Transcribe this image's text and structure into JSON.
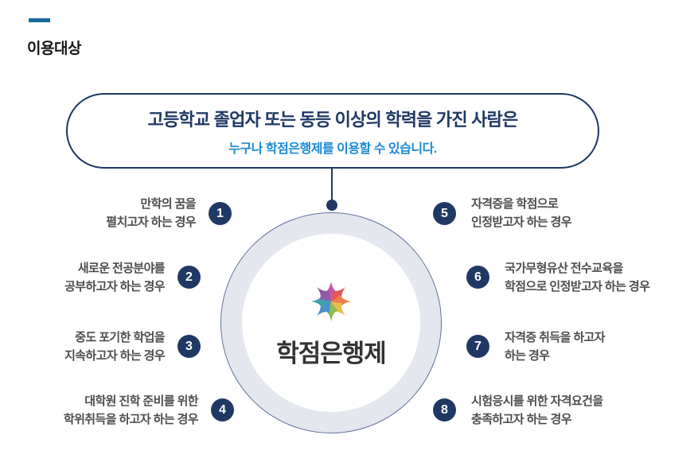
{
  "page": {
    "heading": "이용대상"
  },
  "banner": {
    "title": "고등학교 졸업자 또는 동등 이상의 학력을 가진 사람은",
    "subtitle": "누구나 학점은행제를 이용할 수 있습니다."
  },
  "center": {
    "logo_text": "학점은행제",
    "flower_icon": "eight-petal-flower",
    "flower_colors": [
      "#c653a6",
      "#e25659",
      "#ec7f4b",
      "#eabf4e",
      "#8fbc56",
      "#4a90cc",
      "#41a0b0",
      "#8e5ca6"
    ]
  },
  "items": [
    {
      "number": "1",
      "lines": [
        "만학의 꿈을",
        "펼치고자 하는 경우"
      ]
    },
    {
      "number": "2",
      "lines": [
        "새로운 전공분야를",
        "공부하고자 하는 경우"
      ]
    },
    {
      "number": "3",
      "lines": [
        "중도 포기한 학업을",
        "지속하고자 하는 경우"
      ]
    },
    {
      "number": "4",
      "lines": [
        "대학원 진학 준비를 위한",
        "학위취득을 하고자 하는 경우"
      ]
    },
    {
      "number": "5",
      "lines": [
        "자격증을 학점으로",
        "인정받고자 하는 경우"
      ]
    },
    {
      "number": "6",
      "lines": [
        "국가무형유산 전수교육을",
        "학점으로 인정받고자 하는 경우"
      ]
    },
    {
      "number": "7",
      "lines": [
        "자격증 취득을 하고자",
        "하는 경우"
      ]
    },
    {
      "number": "8",
      "lines": [
        "시험응시를 위한 자격요건을",
        "충족하고자 하는 경우"
      ]
    }
  ],
  "colors": {
    "navy": "#1f3864",
    "subtitle_blue": "#1b8ad5",
    "accent_dash_blue": "#16689d",
    "ring_gray": "#e4e7ee",
    "item_text_gray": "#4d4d4d"
  }
}
